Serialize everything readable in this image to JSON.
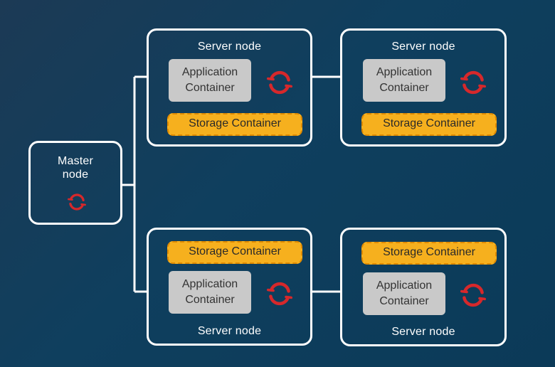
{
  "master": {
    "title_line1": "Master",
    "title_line2": "node",
    "icon": "openshift-icon"
  },
  "server_title": "Server node",
  "app_line1": "Application",
  "app_line2": "Container",
  "storage_label": "Storage Container",
  "colors": {
    "background": "#0f3f5e",
    "storage": "#f6b01e",
    "app": "#c9c9c9",
    "logo": "#d6282b"
  }
}
